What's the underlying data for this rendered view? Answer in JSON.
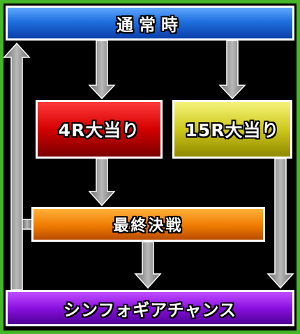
{
  "nodes": {
    "normal": "通常時",
    "jackpot_4r": "4R大当り",
    "jackpot_15r": "15R大当り",
    "final_battle": "最終決戦",
    "chance": "シンフォギアチャンス"
  },
  "colors": {
    "frame": "#46b629",
    "normal": "#1f6fe0",
    "jackpot_4r": "#d40000",
    "jackpot_15r": "#cfc81c",
    "final_battle": "#f07a00",
    "chance": "#8a10e0",
    "arrow": "#888888"
  },
  "edges": [
    {
      "from": "normal",
      "to": "jackpot_4r"
    },
    {
      "from": "normal",
      "to": "jackpot_15r"
    },
    {
      "from": "jackpot_4r",
      "to": "final_battle"
    },
    {
      "from": "final_battle",
      "to": "chance"
    },
    {
      "from": "jackpot_15r",
      "to": "chance"
    },
    {
      "from": "chance",
      "to": "normal"
    }
  ]
}
